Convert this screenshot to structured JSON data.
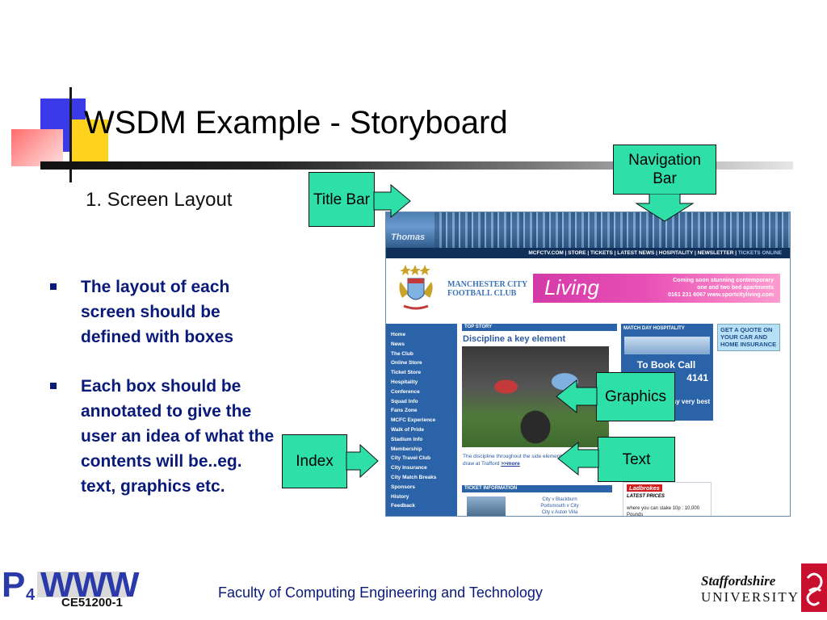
{
  "slide": {
    "title": "WSDM Example - Storyboard",
    "subtitle": "1. Screen Layout",
    "bullets": [
      "The layout of each screen should be defined with boxes",
      "Each box should be annotated to give the user an idea of what the contents will be..eg. text, graphics etc."
    ],
    "footer": "Faculty of Computing Engineering and Technology"
  },
  "callouts": {
    "title_bar": "Title Bar",
    "navigation_bar": "Navigation Bar",
    "graphics": "Graphics",
    "text": "Text",
    "index": "Index"
  },
  "website": {
    "banner_brand": "Thomas",
    "nav_items": [
      "MCFCTV.COM",
      "STORE",
      "TICKETS",
      "LATEST NEWS",
      "HOSPITALITY",
      "NEWSLETTER",
      "TICKETS ONLINE"
    ],
    "club_name_line1": "MANCHESTER CITY",
    "club_name_line2": "FOOTBALL CLUB",
    "ad_word": "Living",
    "ad_line1": "Coming soon stunning contemporary",
    "ad_line2": "one and two bed apartments",
    "ad_line3": "0161 231 6067 www.sportcityliving.com",
    "menu_items": [
      "Home",
      "News",
      "The Club",
      "Online Store",
      "Ticket Store",
      "Hospitality",
      "Conference",
      "Squad Info",
      "Fans Zone",
      "MCFC Experience",
      "Walk of Pride",
      "Stadium Info",
      "Membership",
      "City Travel Club",
      "City Insurance",
      "City Match Breaks",
      "Sponsors",
      "History",
      "Feedback"
    ],
    "top_story_label": "TOP STORY",
    "headline": "Discipline a key element",
    "story_text": "The discipline throughout the side elements in City's derby day draw at Trafford",
    "story_more": ">>more",
    "ticket_label": "TICKET INFORMATION",
    "fixtures": [
      "City v Blackburn",
      "Portsmouth v City",
      "City v Aston Villa"
    ],
    "hospitality_label": "MATCH DAY HOSPITALITY",
    "hospitality_call": "To Book Call",
    "hospitality_number": "4141",
    "hospitality_small": "h day very best",
    "quote_text": "GET A QUOTE ON YOUR CAR AND HOME INSURANCE",
    "ladbrokes": "Ladbrokes",
    "latest_prices": "LATEST PRICES",
    "ladbrokes_text": "where you can stake 10p : 10,000 Pounds"
  },
  "logos": {
    "p4_letter": "P",
    "p4_sub": "4",
    "p4_www": "WWW",
    "p4_code": "CE51200-1",
    "staffs_line1": "Staffordshire",
    "staffs_line2": "UNIVERSITY"
  },
  "colors": {
    "callout_fill": "#2ee0a8",
    "bullet_text": "#0a1a78",
    "site_blue": "#2b63a8",
    "site_navy": "#0f2e58",
    "ad_pink": "#d43aa7"
  }
}
